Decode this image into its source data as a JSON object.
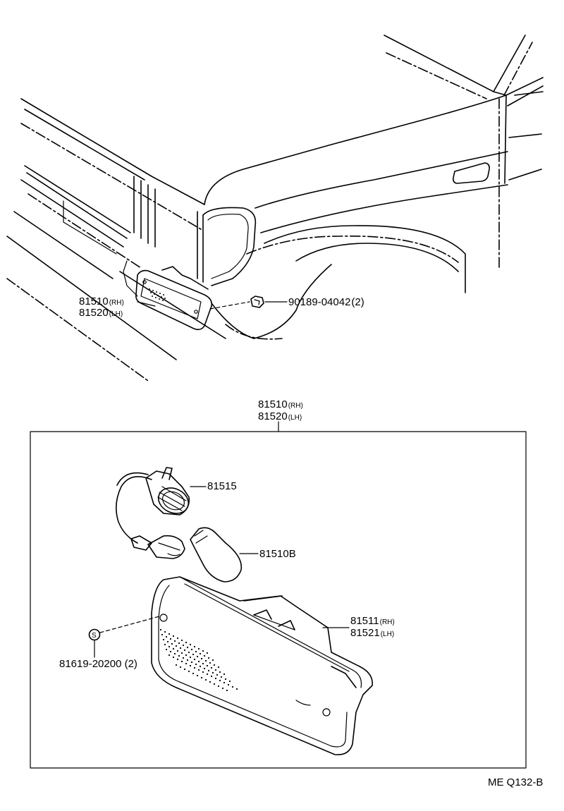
{
  "callouts": {
    "top_lamp_rh": "81510",
    "top_lamp_rh_side": "(RH)",
    "top_lamp_lh": "81520",
    "top_lamp_lh_side": "(LH)",
    "clip": "90189-04042",
    "clip_qty": "(2)",
    "assy_rh": "81510",
    "assy_rh_side": "(RH)",
    "assy_lh": "81520",
    "assy_lh_side": "(LH)",
    "socket": "81515",
    "bulb": "81510B",
    "lens_rh": "81511",
    "lens_rh_side": "(RH)",
    "lens_lh": "81521",
    "lens_lh_side": "(LH)",
    "screw": "81619-20200 (2)",
    "screw_symbol": "S",
    "drawing_code": "ME Q132-B"
  }
}
